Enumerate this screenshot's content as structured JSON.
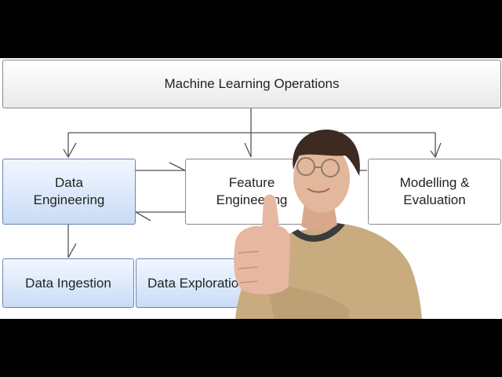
{
  "diagram": {
    "root": "Machine Learning Operations",
    "nodes": {
      "data_engineering": "Data\nEngineering",
      "feature_engineering": "Feature\nEngineering",
      "modelling_evaluation": "Modelling &\nEvaluation",
      "data_ingestion": "Data Ingestion",
      "data_exploration": "Data Exploration"
    }
  },
  "colors": {
    "frame": "#000000",
    "node_blue": "#c9dcf6",
    "node_border": "#8a8a8a",
    "line": "#555555",
    "sweater": "#c9ab80",
    "skin": "#e3b79c",
    "hair": "#3d2a21"
  },
  "overlay": {
    "subject": "person-thumbs-up",
    "gesture_icon": "thumbs-up-icon"
  }
}
